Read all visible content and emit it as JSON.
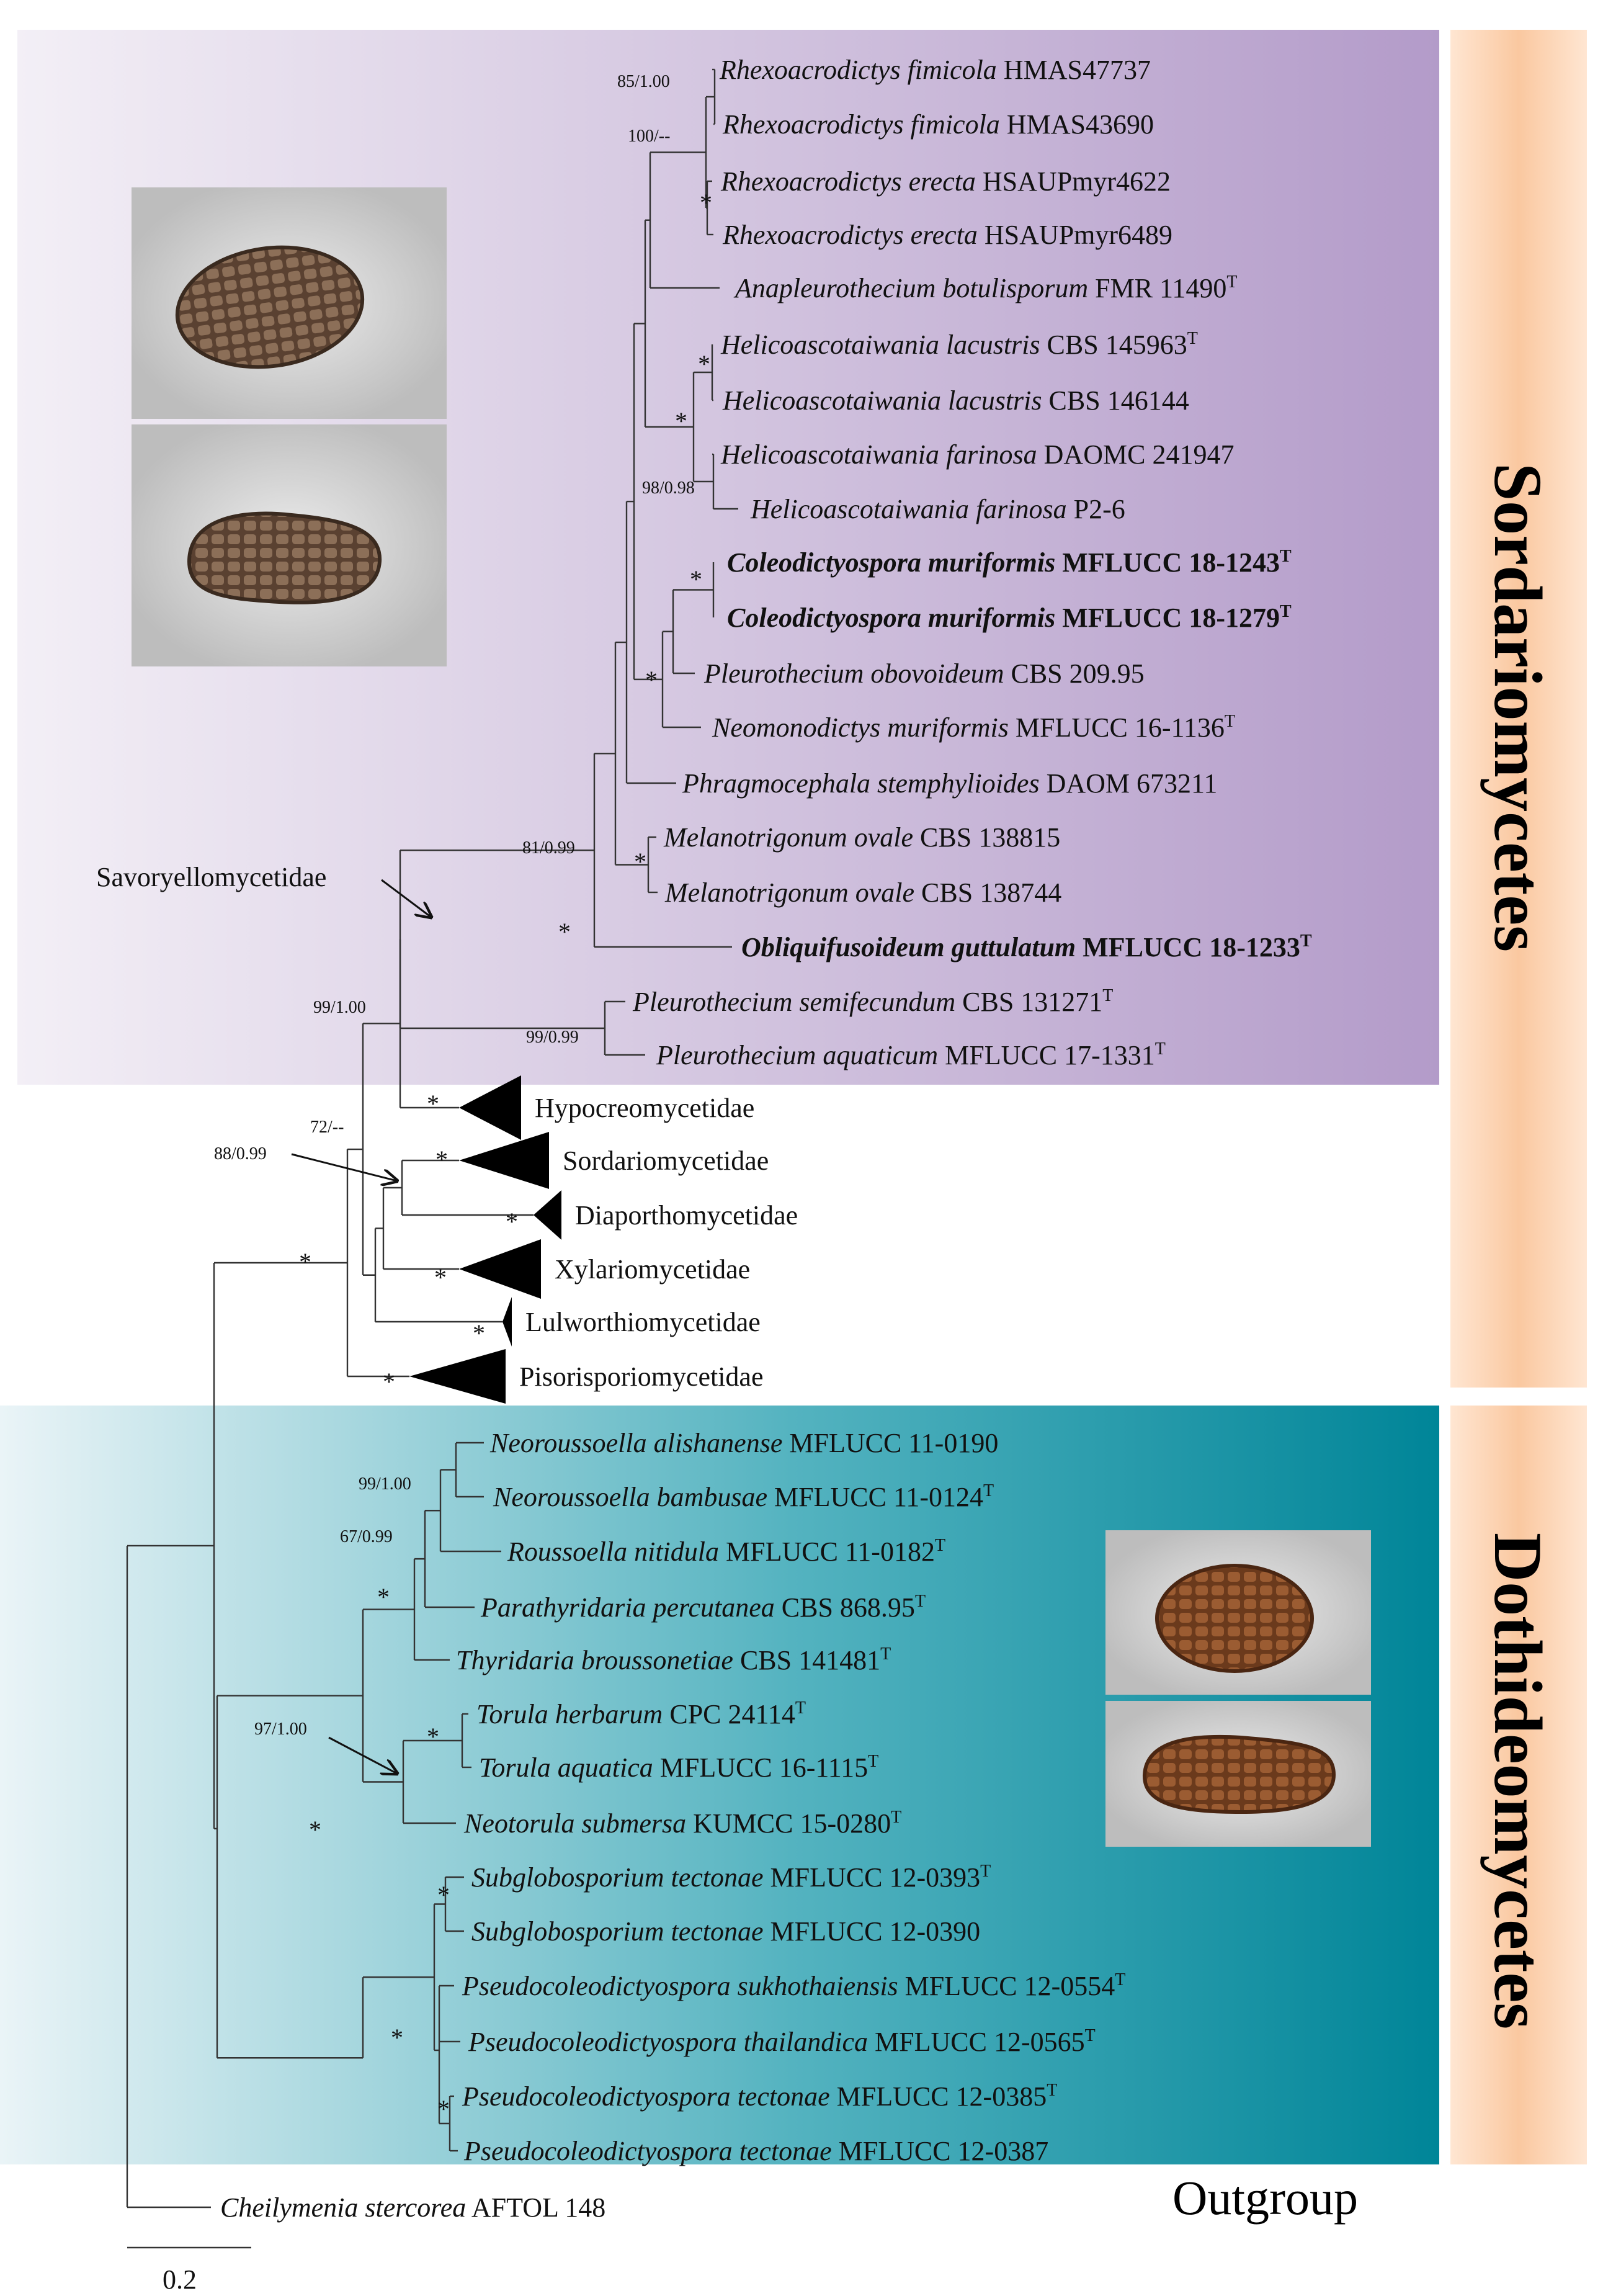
{
  "classes": {
    "sordariomycetes": "Sordariomycetes",
    "dothideomycetes": "Dothideomycetes",
    "outgroup": "Outgroup"
  },
  "subclass_labels": {
    "savoryellomycetidae": "Savoryellomycetidae"
  },
  "colors": {
    "sordario_band_left": "#f1ecf5",
    "sordario_band_right": "#b49ccb",
    "dothideo_band_left": "#e9f3f6",
    "dothideo_band_right": "#00889a",
    "class_label_bar": "#f9c9a3",
    "branch": "#333333"
  },
  "taxa": [
    {
      "id": "t1",
      "genus": "Rhexoacrodictys fimicola",
      "strain": "HMAS47737",
      "type": false,
      "bold": false
    },
    {
      "id": "t2",
      "genus": "Rhexoacrodictys fimicola",
      "strain": "HMAS43690",
      "type": false,
      "bold": false
    },
    {
      "id": "t3",
      "genus": "Rhexoacrodictys erecta",
      "strain": "HSAUPmyr4622",
      "type": false,
      "bold": false
    },
    {
      "id": "t4",
      "genus": "Rhexoacrodictys erecta",
      "strain": "HSAUPmyr6489",
      "type": false,
      "bold": false
    },
    {
      "id": "t5",
      "genus": "Anapleurothecium botulisporum",
      "strain": "FMR 11490",
      "type": true,
      "bold": false
    },
    {
      "id": "t6",
      "genus": "Helicoascotaiwania lacustris",
      "strain": "CBS 145963",
      "type": true,
      "bold": false
    },
    {
      "id": "t7",
      "genus": "Helicoascotaiwania lacustris",
      "strain": "CBS 146144",
      "type": false,
      "bold": false
    },
    {
      "id": "t8",
      "genus": "Helicoascotaiwania farinosa",
      "strain": "DAOMC 241947",
      "type": false,
      "bold": false
    },
    {
      "id": "t9",
      "genus": "Helicoascotaiwania farinosa",
      "strain": "P2-6",
      "type": false,
      "bold": false
    },
    {
      "id": "t10",
      "genus": "Coleodictyospora muriformis",
      "strain": "MFLUCC 18-1243",
      "type": true,
      "bold": true
    },
    {
      "id": "t11",
      "genus": "Coleodictyospora muriformis",
      "strain": "MFLUCC 18-1279",
      "type": true,
      "bold": true
    },
    {
      "id": "t12",
      "genus": "Pleurothecium obovoideum",
      "strain": "CBS 209.95",
      "type": false,
      "bold": false
    },
    {
      "id": "t13",
      "genus": "Neomonodictys muriformis",
      "strain": "MFLUCC 16-1136",
      "type": true,
      "bold": false
    },
    {
      "id": "t14",
      "genus": "Phragmocephala stemphylioides",
      "strain": "DAOM 673211",
      "type": false,
      "bold": false
    },
    {
      "id": "t15",
      "genus": "Melanotrigonum ovale",
      "strain": "CBS 138815",
      "type": false,
      "bold": false
    },
    {
      "id": "t16",
      "genus": "Melanotrigonum ovale",
      "strain": "CBS 138744",
      "type": false,
      "bold": false
    },
    {
      "id": "t17",
      "genus": "Obliquifusoideum guttulatum",
      "strain": "MFLUCC 18-1233",
      "type": true,
      "bold": true
    },
    {
      "id": "t18",
      "genus": "Pleurothecium semifecundum",
      "strain": "CBS 131271",
      "type": true,
      "bold": false
    },
    {
      "id": "t19",
      "genus": "Pleurothecium aquaticum",
      "strain": "MFLUCC 17-1331",
      "type": true,
      "bold": false
    },
    {
      "id": "t20",
      "genus": "Neoroussoella alishanense",
      "strain": "MFLUCC 11-0190",
      "type": false,
      "bold": false
    },
    {
      "id": "t21",
      "genus": "Neoroussoella bambusae",
      "strain": "MFLUCC 11-0124",
      "type": true,
      "bold": false
    },
    {
      "id": "t22",
      "genus": "Roussoella nitidula",
      "strain": "MFLUCC 11-0182",
      "type": true,
      "bold": false
    },
    {
      "id": "t23",
      "genus": "Parathyridaria percutanea",
      "strain": "CBS 868.95",
      "type": true,
      "bold": false
    },
    {
      "id": "t24",
      "genus": "Thyridaria broussonetiae",
      "strain": "CBS 141481",
      "type": true,
      "bold": false
    },
    {
      "id": "t25",
      "genus": "Torula herbarum",
      "strain": "CPC 24114",
      "type": true,
      "bold": false
    },
    {
      "id": "t26",
      "genus": "Torula aquatica",
      "strain": "MFLUCC 16-1115",
      "type": true,
      "bold": false
    },
    {
      "id": "t27",
      "genus": "Neotorula submersa",
      "strain": "KUMCC 15-0280",
      "type": true,
      "bold": false
    },
    {
      "id": "t28",
      "genus": "Subglobosporium tectonae",
      "strain": "MFLUCC 12-0393",
      "type": true,
      "bold": false
    },
    {
      "id": "t29",
      "genus": "Subglobosporium tectonae",
      "strain": "MFLUCC 12-0390",
      "type": false,
      "bold": false
    },
    {
      "id": "t30",
      "genus": "Pseudocoleodictyospora sukhothaiensis",
      "strain": "MFLUCC 12-0554",
      "type": true,
      "bold": false
    },
    {
      "id": "t31",
      "genus": "Pseudocoleodictyospora thailandica",
      "strain": "MFLUCC 12-0565",
      "type": true,
      "bold": false
    },
    {
      "id": "t32",
      "genus": "Pseudocoleodictyospora tectonae",
      "strain": "MFLUCC 12-0385",
      "type": true,
      "bold": false
    },
    {
      "id": "t33",
      "genus": "Pseudocoleodictyospora tectonae",
      "strain": "MFLUCC 12-0387",
      "type": false,
      "bold": false
    },
    {
      "id": "t34",
      "genus": "Cheilymenia stercorea",
      "strain": "AFTOL 148",
      "type": false,
      "bold": false
    }
  ],
  "type_marker": "T",
  "collapsed_clades": [
    {
      "id": "c1",
      "label": "Hypocreomycetidae"
    },
    {
      "id": "c2",
      "label": "Sordariomycetidae"
    },
    {
      "id": "c3",
      "label": "Diaporthomycetidae"
    },
    {
      "id": "c4",
      "label": "Xylariomycetidae"
    },
    {
      "id": "c5",
      "label": "Lulworthiomycetidae"
    },
    {
      "id": "c6",
      "label": "Pisorisporiomycetidae"
    }
  ],
  "support_values": [
    {
      "id": "s1",
      "text": "85/1.00"
    },
    {
      "id": "s2",
      "text": "100/--"
    },
    {
      "id": "s3",
      "text": "*"
    },
    {
      "id": "s4",
      "text": "*"
    },
    {
      "id": "s5",
      "text": "*"
    },
    {
      "id": "s6",
      "text": "98/0.98"
    },
    {
      "id": "s7",
      "text": "*"
    },
    {
      "id": "s8",
      "text": "*"
    },
    {
      "id": "s9",
      "text": "81/0.99"
    },
    {
      "id": "s10",
      "text": "*"
    },
    {
      "id": "s11",
      "text": "*"
    },
    {
      "id": "s12",
      "text": "99/1.00"
    },
    {
      "id": "s13",
      "text": "99/0.99"
    },
    {
      "id": "s14",
      "text": "72/--"
    },
    {
      "id": "s15",
      "text": "88/0.99"
    },
    {
      "id": "s16",
      "text": "*"
    },
    {
      "id": "s17",
      "text": "*"
    },
    {
      "id": "s18",
      "text": "*"
    },
    {
      "id": "s19",
      "text": "*"
    },
    {
      "id": "s20",
      "text": "*"
    },
    {
      "id": "s21",
      "text": "*"
    },
    {
      "id": "s22",
      "text": "*"
    },
    {
      "id": "s23",
      "text": "99/1.00"
    },
    {
      "id": "s24",
      "text": "67/0.99"
    },
    {
      "id": "s25",
      "text": "*"
    },
    {
      "id": "s26",
      "text": "97/1.00"
    },
    {
      "id": "s27",
      "text": "*"
    },
    {
      "id": "s28",
      "text": "*"
    },
    {
      "id": "s29",
      "text": "*"
    },
    {
      "id": "s30",
      "text": "*"
    },
    {
      "id": "s31",
      "text": "*"
    }
  ],
  "scale_bar": {
    "label": "0.2"
  }
}
